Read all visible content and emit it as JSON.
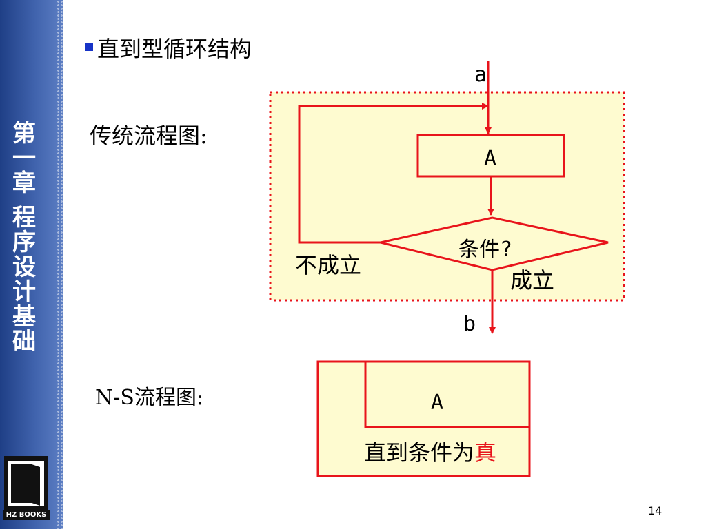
{
  "sidebar": {
    "chapter_chars": [
      "第",
      "一",
      "章",
      " ",
      "程",
      "序",
      "设",
      "计",
      "基",
      "础"
    ],
    "logo_text": "HZ BOOKS"
  },
  "slide": {
    "title": "直到型循环结构",
    "traditional_label": "传统流程图:",
    "ns_label": "N-S流程图:",
    "page_number": "14"
  },
  "flowchart": {
    "entry_label": "a",
    "exit_label": "b",
    "process_label": "A",
    "condition_label": "条件?",
    "false_label": "不成立",
    "true_label": "成立"
  },
  "ns_chart": {
    "process_label": "A",
    "condition_prefix": "直到条件为",
    "condition_highlight": "真"
  },
  "colors": {
    "accent_red": "#e8141b",
    "panel_fill": "#fefbd0",
    "bullet_blue": "#1733c7"
  }
}
